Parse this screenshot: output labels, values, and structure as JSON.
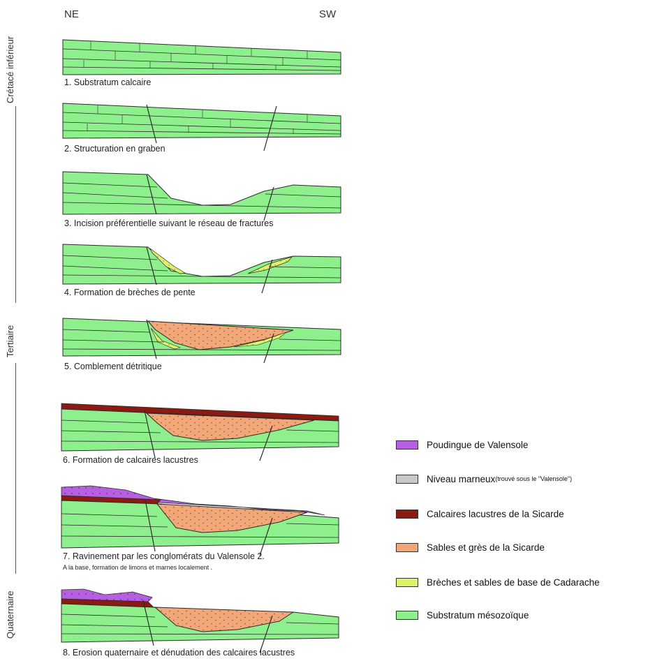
{
  "header": {
    "left": "NE",
    "right": "SW"
  },
  "eras": [
    {
      "label": "Crétacé inférieur"
    },
    {
      "label": "Tertiaire"
    },
    {
      "label": "Quaternaire"
    }
  ],
  "stages": [
    {
      "label": "1. Substratum calcaire"
    },
    {
      "label": "2. Structuration en graben"
    },
    {
      "label": "3. Incision préférentielle suivant le réseau de fractures"
    },
    {
      "label": "4. Formation de brèches de pente"
    },
    {
      "label": "5. Comblement détritique"
    },
    {
      "label": "6. Formation de calcaires lacustres"
    },
    {
      "label": "7. Ravinement par les conglomérats du Valensole 2.",
      "sub": "A la base, formation de limons et marnes localement ."
    },
    {
      "label": "8. Erosion quaternaire et dénudation des calcaires lacustres"
    }
  ],
  "legend": [
    {
      "label": "Poudingue de Valensole",
      "color": "#b65fe0"
    },
    {
      "label": "Niveau marneux",
      "note": " (trouvé sous le \"Valensole\")",
      "color": "#c9c9c9"
    },
    {
      "label": "Calcaires lacustres de la Sicarde",
      "color": "#8b1a12"
    },
    {
      "label": "Sables et grès de la Sicarde",
      "color": "#f2a779"
    },
    {
      "label": "Brèches et sables de base de Cadarache",
      "color": "#dff06a"
    },
    {
      "label": "Substratum mésozoïque",
      "color": "#8ef08c"
    }
  ]
}
